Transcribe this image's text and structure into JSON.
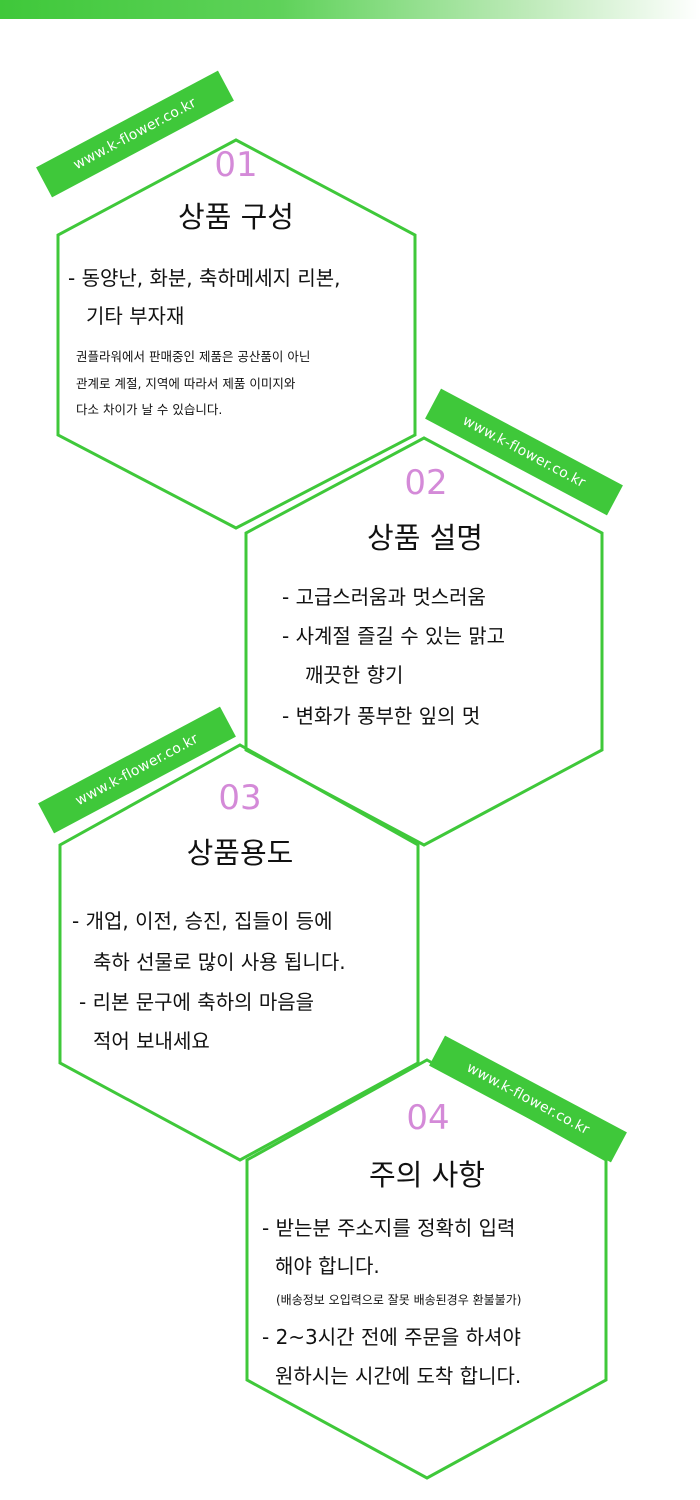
{
  "site_url": "www.k-flower.co.kr",
  "colors": {
    "green": "#3fc83a",
    "number": "#d48ad8"
  },
  "sections": [
    {
      "number": "01",
      "title": "상품 구성",
      "lines": [
        "- 동양난, 화분, 축하메세지 리본,",
        "기타 부자재"
      ],
      "notes": [
        "권플라워에서 판매중인 제품은 공산품이 아닌",
        "관계로 계절, 지역에 따라서  제품 이미지와",
        "다소 차이가 날 수 있습니다."
      ]
    },
    {
      "number": "02",
      "title": "상품 설명",
      "lines": [
        "- 고급스러움과 멋스러움",
        "- 사계절 즐길 수 있는 맑고",
        "깨끗한 향기",
        "- 변화가 풍부한 잎의 멋"
      ]
    },
    {
      "number": "03",
      "title": "상품용도",
      "lines": [
        "- 개업, 이전, 승진, 집들이 등에",
        "축하 선물로 많이 사용 됩니다.",
        "- 리본 문구에 축하의 마음을",
        "적어 보내세요"
      ]
    },
    {
      "number": "04",
      "title": "주의 사항",
      "lines": [
        "- 받는분 주소지를 정확히 입력",
        "해야 합니다.",
        "- 2~3시간 전에 주문을 하셔야",
        "원하시는 시간에 도착 합니다."
      ],
      "note": "(배송정보 오입력으로 잘못 배송된경우 환불불가)"
    }
  ]
}
